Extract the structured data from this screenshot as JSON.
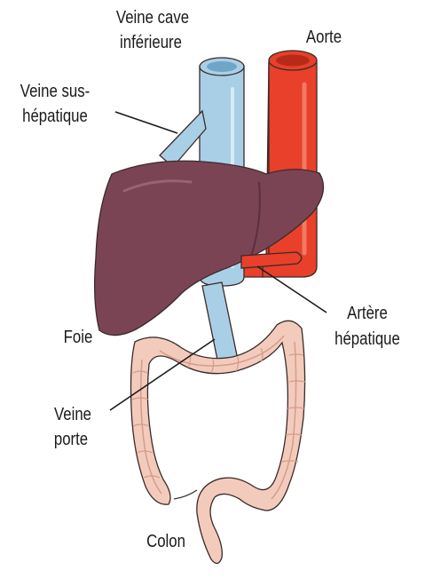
{
  "labels": {
    "vena_cava_line1": "Veine cave",
    "vena_cava_line2": "inférieure",
    "aorta": "Aorte",
    "hepatic_vein_line1": "Veine sus-",
    "hepatic_vein_line2": "hépatique",
    "liver": "Foie",
    "hepatic_artery_line1": "Artère",
    "hepatic_artery_line2": "hépatique",
    "portal_vein_line1": "Veine",
    "portal_vein_line2": "porte",
    "colon": "Colon"
  },
  "colors": {
    "vein_blue": "#a9cfe6",
    "vein_blue_dark": "#6fa6c8",
    "artery_red": "#e8402a",
    "artery_red_dark": "#b82a18",
    "liver": "#7b4455",
    "liver_dark": "#5c2f3e",
    "colon": "#f3cbbc",
    "colon_dark": "#d49c8a"
  }
}
